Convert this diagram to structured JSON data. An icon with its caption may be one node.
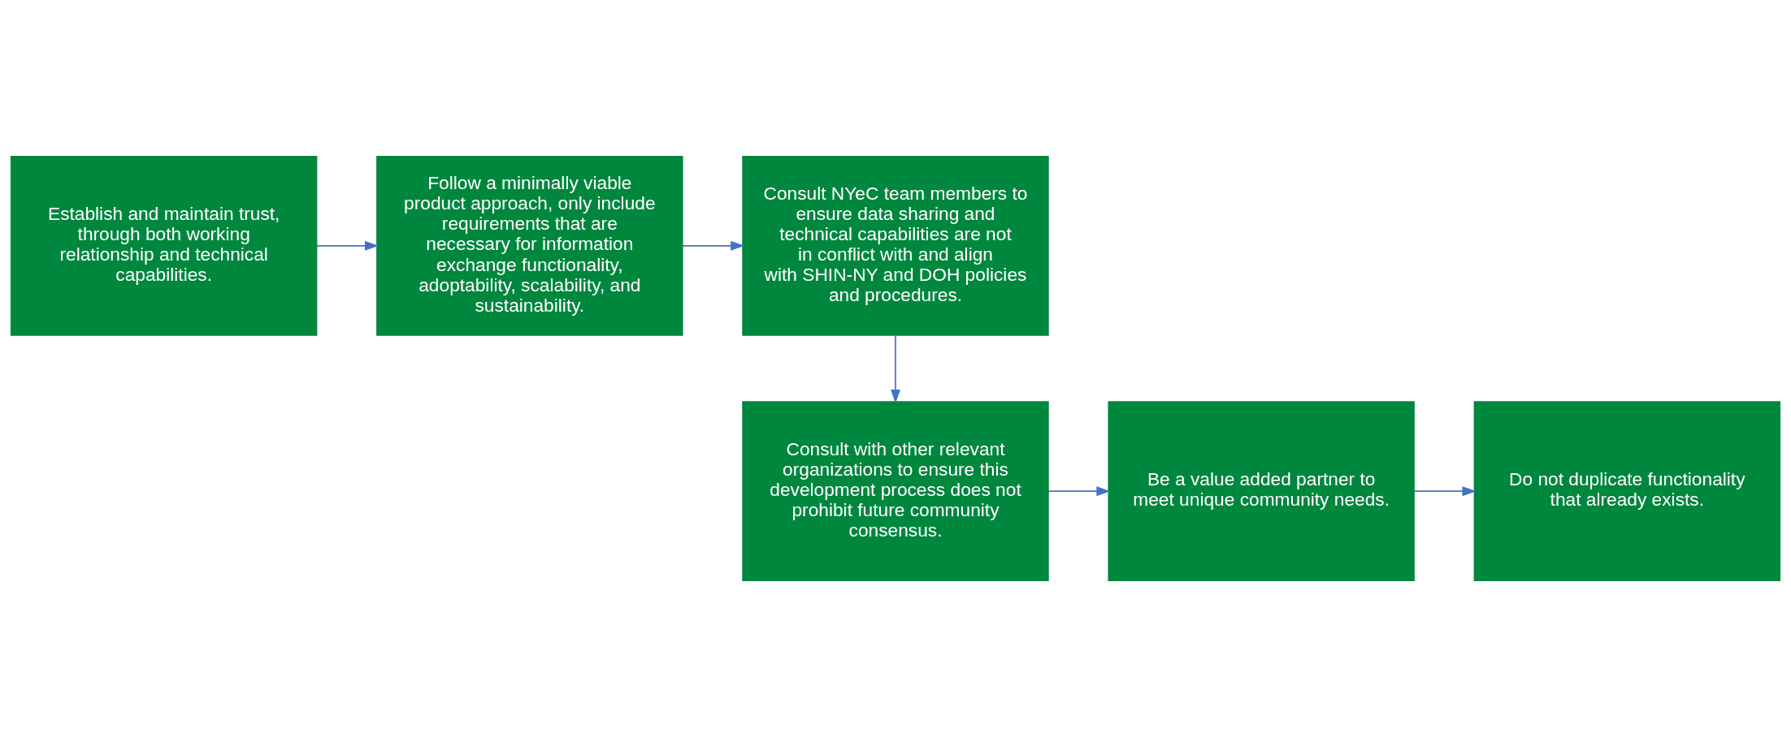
{
  "diagram": {
    "nodes": [
      {
        "text": [
          "Establish and maintain trust, through both working relationship and technical capabilities."
        ]
      },
      {
        "text": [
          "Follow a minimally viable product approach, only include requirements that are necessary for information exchange functionality, adoptability, scalability, and sustainability."
        ]
      },
      {
        "text": [
          "Consult NYeC team members to ensure data sharing and technical capabilities are not in conflict with and align with SHIN-NY and DOH policies and procedures."
        ]
      },
      {
        "text": [
          "Consult with other relevant organizations to ensure this development process does not prohibit future community consensus."
        ]
      },
      {
        "text": [
          "Be a value added partner to meet unique community needs."
        ]
      },
      {
        "text": [
          "Do not duplicate functionality that already exists."
        ]
      }
    ],
    "edges": [
      {
        "from": 0,
        "to": 1,
        "arrow": "to"
      },
      {
        "from": 1,
        "to": 2,
        "arrow": "to"
      },
      {
        "from": 2,
        "to": 3,
        "arrow": "to"
      },
      {
        "from": 3,
        "to": 4,
        "arrow": "to"
      },
      {
        "from": 4,
        "to": 5,
        "arrow": "to"
      }
    ]
  }
}
